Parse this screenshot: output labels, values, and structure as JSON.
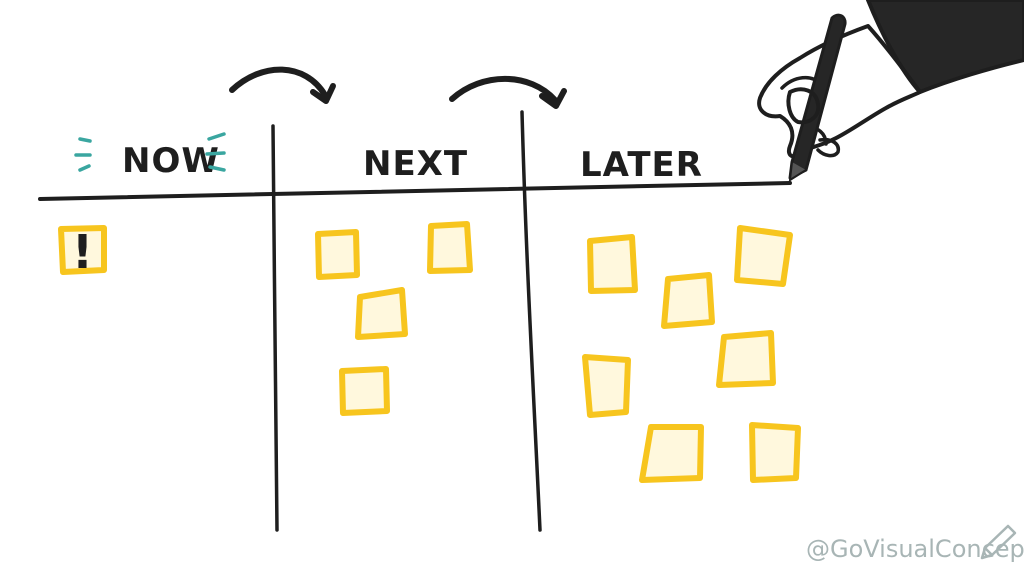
{
  "columns": [
    {
      "id": "now",
      "label": "NOW"
    },
    {
      "id": "next",
      "label": "NEXT"
    },
    {
      "id": "later",
      "label": "LATER"
    }
  ],
  "now_marker": "!",
  "credit": "@GoVisualConcept",
  "colors": {
    "ink": "#1e1e1e",
    "sticky_note": "#f7c51e",
    "accent_dashes": "#3aa6a0",
    "credit_text": "#a8b5b5"
  },
  "sticky_note_counts": {
    "now": 1,
    "next": 4,
    "later": 7
  },
  "icons": [
    "arrow-now-to-next-icon",
    "arrow-next-to-later-icon",
    "hand-with-marker-icon",
    "pencil-icon"
  ]
}
